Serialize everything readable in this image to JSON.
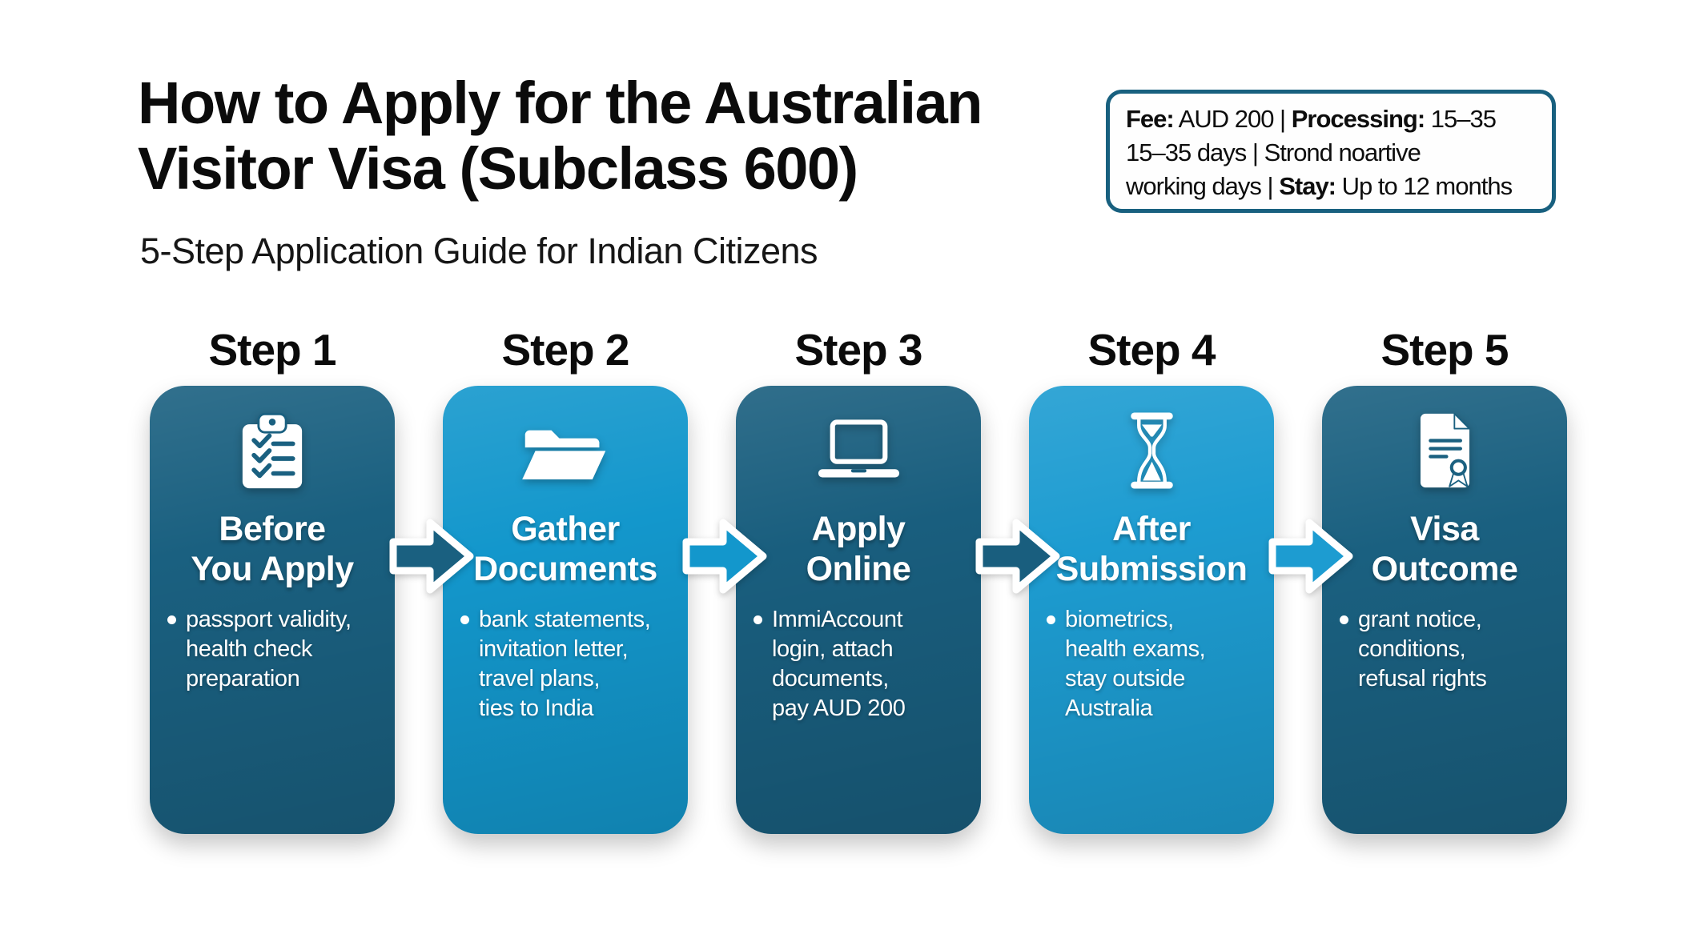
{
  "header": {
    "title": "How to Apply for the Australian\nVisitor Visa (Subclass 600)",
    "subtitle": "5-Step Application Guide for Indian Citizens"
  },
  "facts_box": {
    "line1": {
      "bold1": "Fee:",
      "text1": " AUD 200 | ",
      "bold2": "Processing:",
      "text2": " 15–35"
    },
    "line2": {
      "text1": "15–35 days | Strond noartive"
    },
    "line3": {
      "text1": "working days | ",
      "bold1": "Stay:",
      "text2": " Up to 12 months"
    },
    "border_color": "#18607F"
  },
  "steps": [
    {
      "label": "Step 1",
      "title": "Before\nYou Apply",
      "bullet": "passport validity,\nhealth check\npreparation",
      "icon": "clipboard-checklist-icon",
      "color": "#1A6080"
    },
    {
      "label": "Step 2",
      "title": "Gather\nDocuments",
      "bullet": "bank statements,\ninvitation letter,\ntravel plans,\nties to India",
      "icon": "open-folder-icon",
      "color": "#1397CC"
    },
    {
      "label": "Step 3",
      "title": "Apply\nOnline",
      "bullet": "ImmiAccount\nlogin, attach\ndocuments,\npay AUD 200",
      "icon": "laptop-icon",
      "color": "#195E7E"
    },
    {
      "label": "Step 4",
      "title": "After\nSubmission",
      "bullet": "biometrics,\nhealth exams,\nstay outside\nAustralia",
      "icon": "hourglass-icon",
      "color": "#1D9CD1"
    },
    {
      "label": "Step 5",
      "title": "Visa\nOutcome",
      "bullet": "grant notice,\nconditions,\nrefusal rights",
      "icon": "certificate-icon",
      "color": "#1A6080"
    }
  ]
}
